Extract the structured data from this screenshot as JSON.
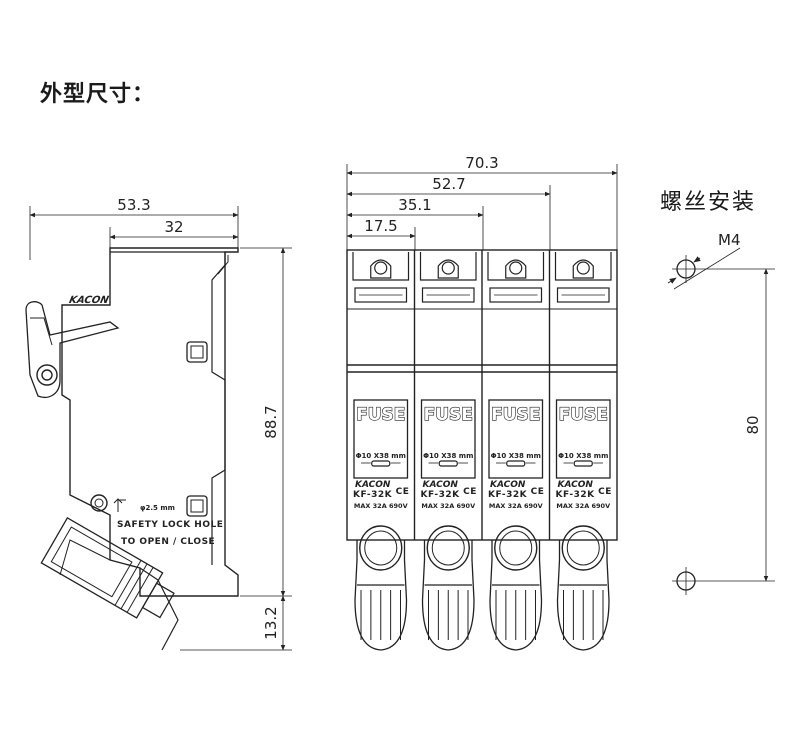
{
  "header": {
    "title": "外型尺寸：",
    "mount_title": "螺丝安装"
  },
  "side_view": {
    "dim_width_total": "53.3",
    "dim_width_inner": "32",
    "dim_height": "88.7",
    "dim_bottom": "13.2",
    "brand": "KACON",
    "hole_label": "φ2.5 mm",
    "lock_line1": "SAFETY LOCK HOLE",
    "lock_line2": "TO OPEN / CLOSE"
  },
  "front_view": {
    "dim_4p": "70.3",
    "dim_3p": "52.7",
    "dim_2p": "35.1",
    "dim_1p": "17.5",
    "poles": [
      {
        "fuse": "FUSE",
        "size": "Φ10 X38 mm",
        "brand": "KACON",
        "model": "KF-32K",
        "ce": "CE",
        "rating": "MAX 32A 690V"
      },
      {
        "fuse": "FUSE",
        "size": "Φ10 X38 mm",
        "brand": "KACON",
        "model": "KF-32K",
        "ce": "CE",
        "rating": "MAX 32A 690V"
      },
      {
        "fuse": "FUSE",
        "size": "Φ10 X38 mm",
        "brand": "KACON",
        "model": "KF-32K",
        "ce": "CE",
        "rating": "MAX 32A 690V"
      },
      {
        "fuse": "FUSE",
        "size": "Φ10 X38 mm",
        "brand": "KACON",
        "model": "KF-32K",
        "ce": "CE",
        "rating": "MAX 32A 690V"
      }
    ]
  },
  "mount": {
    "screw": "M4",
    "spacing": "80"
  }
}
